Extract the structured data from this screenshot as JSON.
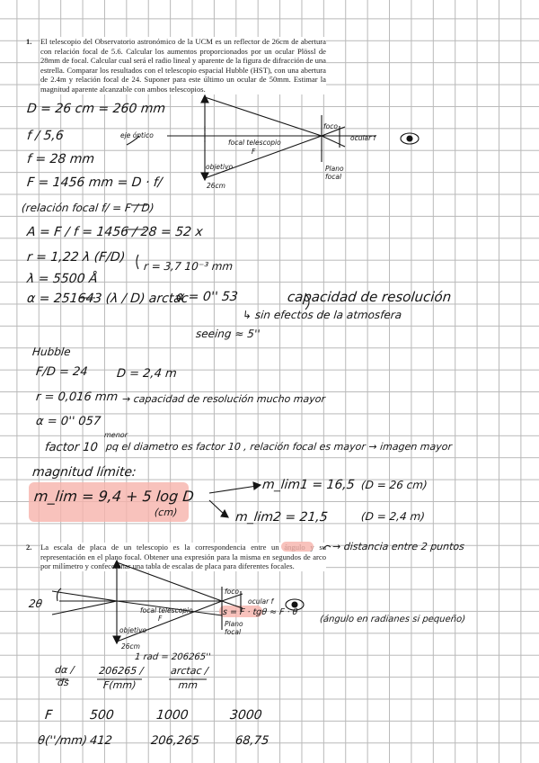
{
  "problem1": {
    "number": "1.",
    "text": "El telescopio del Observatorio astronómico de la UCM es un reflector de 26cm de abertura con relación focal de 5.6. Calcular los aumentos proporcionados por un ocular Plössl de 28mm de focal. Calcular cual será el radio lineal y aparente de la figura de difracción de una estrella. Comparar los resultados con el telescopio espacial Hubble (HST), con una abertura de 2.4m y relación focal de 24. Suponer para este último un ocular de 50mm. Estimar la magnitud aparente alcanzable con ambos telescopios."
  },
  "problem2": {
    "number": "2.",
    "text": "La escala de placa de un telescopio es la correspondencia entre un ángulo y su representación en el plano focal. Obtener una expresión para la misma en segundos de arco por milímetro y confeccionar una tabla de escalas de placa para diferentes focales."
  },
  "diagram1": {
    "eje_optico": "eje óptico",
    "focal": "focal telescopio",
    "f": "F",
    "objetivo": "objetivo",
    "diametro": "26cm",
    "foco": "foco",
    "ocular": "ocular f",
    "plano_focal": "Plano focal"
  },
  "diagram2": {
    "angle": "2θ",
    "focal": "focal telescopio",
    "f": "F",
    "objetivo": "objetivo",
    "diametro": "26cm",
    "foco": "foco",
    "ocular": "ocular f",
    "plano_focal": "Plano focal",
    "s_eq": "s = F · tgθ ≈ F · θ",
    "note": "(ángulo en radianes si pequeño)"
  },
  "notes": {
    "l01": "D = 26 cm = 260 mm",
    "l02": "f / 5,6",
    "l03": "f = 28 mm",
    "l04": "F = 1456 mm = D · f/",
    "l05": "(relación focal  f/ = F / D)",
    "l06": "A = F / f = 1456 / 28 = 52 x",
    "l07": "r = 1,22 λ (F/D)",
    "l08": "r = 3,7 10⁻³ mm",
    "l09": "λ = 5500 Å",
    "l10": "α = 251643 (λ / D)  arctac",
    "l11": "α = 0'' 53",
    "l12": "capacidad de resolución",
    "l13": "↳ sin efectos de la atmosfera",
    "l14": "seeing ≈ 5''",
    "l15": "Hubble",
    "l16": "F/D = 24",
    "l17": "D = 2,4 m",
    "l18": "r = 0,016 mm",
    "l19": "→ capacidad de resolución mucho mayor",
    "l20": "α = 0'' 057",
    "l21": "factor 10",
    "l22": "menor",
    "l23": "pq el diametro es factor 10 , relación focal es mayor → imagen mayor",
    "l24": "magnitud límite:",
    "l25": "m_lim = 9,4 + 5 log D",
    "l26": "(cm)",
    "l27": "m_lim1 = 16,5",
    "l28": "(D = 26 cm)",
    "l29": "m_lim2 = 21,5",
    "l30": "(D = 2,4 m)",
    "l31": "→ distancia entre 2 puntos",
    "l32": "1 rad = 206265''",
    "l33": "dα / ds",
    "l34": "206265 / F(mm)",
    "l35": "arctac / mm",
    "l36": "F",
    "l37": "500",
    "l38": "1000",
    "l39": "3000",
    "l40": "θ(''/mm)",
    "l41": "412",
    "l42": "206,265",
    "l43": "68,75"
  }
}
